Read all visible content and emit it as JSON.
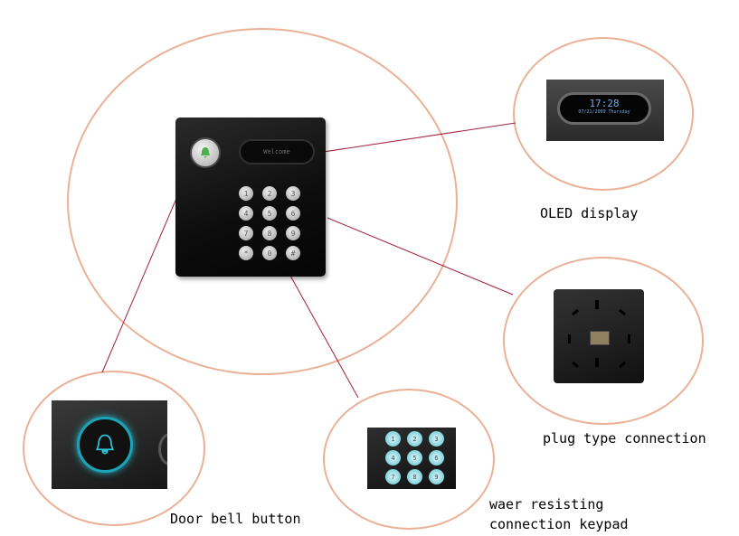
{
  "labels": {
    "oled": "OLED display",
    "plug": "plug type connection",
    "bell": "Door bell button",
    "keypad_line1": "waer resisting",
    "keypad_line2": "connection keypad"
  },
  "device": {
    "display_text": "Welcome",
    "keys": [
      "1",
      "2",
      "3",
      "4",
      "5",
      "6",
      "7",
      "8",
      "9",
      "*",
      "0",
      "#"
    ]
  },
  "oled_inset": {
    "time": "17:28",
    "date": "07/21/2009 Thursday"
  },
  "keypad_inset": {
    "keys": [
      "1",
      "2",
      "3",
      "4",
      "5",
      "6",
      "7",
      "8",
      "9"
    ]
  },
  "colors": {
    "outline": "#eab196",
    "leader_line": "#a0203a",
    "bell_glow": "#1ca3b8",
    "oled_text": "#6fa8e8"
  },
  "icons": {
    "bell": "bell-icon"
  }
}
